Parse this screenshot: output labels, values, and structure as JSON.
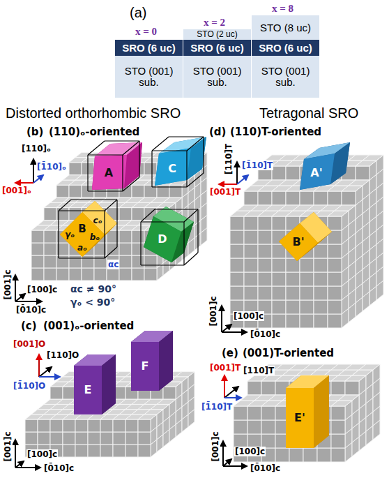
{
  "diagram": {
    "nodes": [
      {
        "text": [
          "SRO (6 uc)"
        ]
      },
      {
        "text": [
          "STO (001) sub."
        ]
      },
      {
        "text": [
          "STO (2 uc)"
        ]
      },
      {
        "text": [
          "SRO (6 uc)"
        ]
      },
      {
        "text": [
          "STO (001) sub."
        ]
      },
      {
        "text": [
          "STO (8 uc)"
        ]
      },
      {
        "text": [
          "SRO (6 uc)"
        ]
      },
      {
        "text": [
          "STO (001) sub."
        ]
      },
      {
        "text": [
          "A"
        ]
      },
      {
        "text": [
          "C"
        ]
      },
      {
        "text": [
          "B",
          "cₒ",
          "γₒ",
          "aₒ",
          "bₒ"
        ]
      },
      {
        "text": [
          "D"
        ]
      },
      {
        "text": [
          "E"
        ]
      },
      {
        "text": [
          "F"
        ]
      },
      {
        "text": [
          "A'"
        ]
      },
      {
        "text": [
          "B'"
        ]
      },
      {
        "text": [
          "E'"
        ]
      }
    ],
    "labels": [
      "(a)",
      "x = 0",
      "x = 2",
      "x = 8",
      "Distorted orthorhombic SRO",
      "Tetragonal SRO",
      "(b)",
      "(110)ₒ-oriented",
      "[110]ₒ",
      "[1̄10]ₒ",
      "[001]ₒ",
      "[001]c",
      "[100]c",
      "[0̄10]c",
      "αc",
      "αc ≠ 90°",
      "γₒ < 90°",
      "(d)",
      "(110)T-oriented",
      "[110]T",
      "[1̄10]T",
      "[001]T",
      "[001]c",
      "[100]c",
      "[0̄10]c",
      "(c)",
      "(001)ₒ-oriented",
      "[001]O",
      "[110]O",
      "[1̄10]O",
      "[001]c",
      "[100]c",
      "[0̄10]c",
      "(e)",
      "(001)T-oriented",
      "[001]T",
      "[110]T",
      "[1̄10]T",
      "[001]c",
      "[100]c",
      "[0̄10]c"
    ]
  }
}
